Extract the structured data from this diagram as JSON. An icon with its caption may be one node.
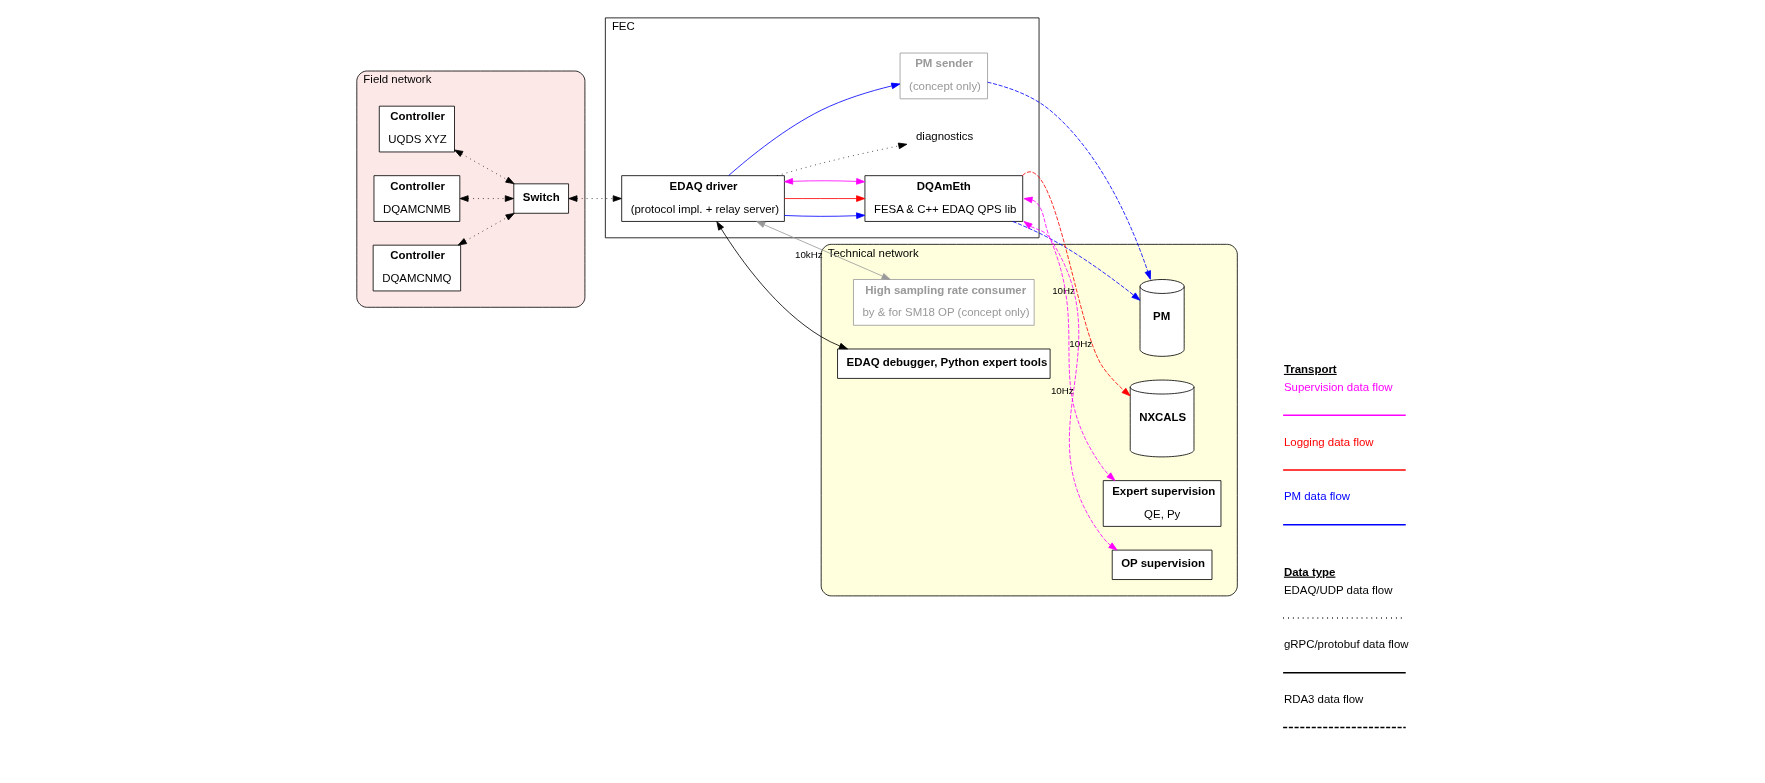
{
  "diagram": {
    "nodes": [
      {
        "text": [
          "Field network"
        ]
      },
      {
        "text": [
          "Controller",
          "UQDS XYZ"
        ],
        "in": 0
      },
      {
        "text": [
          "Controller",
          "DQAMCNMB"
        ],
        "in": 0
      },
      {
        "text": [
          "Controller",
          "DQAMCNMQ"
        ],
        "in": 0
      },
      {
        "text": [
          "Switch"
        ],
        "in": 0
      },
      {
        "text": [
          "Technical network"
        ]
      },
      {
        "text": [
          "FEC"
        ]
      },
      {
        "text": [
          "EDAQ driver",
          "(protocol impl. + relay server)"
        ],
        "in": 6
      },
      {
        "text": [
          "PM sender",
          "(concept only)"
        ],
        "in": 6
      },
      {
        "text": [
          "DQAmEth",
          "FESA & C++ EDAQ QPS lib"
        ],
        "in": 6
      },
      {
        "text": [
          "diagnostics"
        ],
        "in": 6
      },
      {
        "text": [
          "High sampling rate consumer",
          "by & for SM18 OP (concept only)"
        ],
        "in": 5
      },
      {
        "text": [
          "EDAQ debugger, Python expert tools"
        ],
        "in": 5
      },
      {
        "text": [
          "PM"
        ],
        "in": 5
      },
      {
        "text": [
          "NXCALS"
        ],
        "in": 5
      },
      {
        "text": [
          "Expert supervision",
          "QE, Py"
        ],
        "in": 5
      },
      {
        "text": [
          "OP supervision"
        ],
        "in": 5
      }
    ],
    "edges": [
      {
        "from": 1,
        "to": 4,
        "arrow": "both",
        "style": "dashed"
      },
      {
        "from": 2,
        "to": 4,
        "arrow": "both",
        "style": "dashed"
      },
      {
        "from": 3,
        "to": 4,
        "arrow": "both",
        "style": "dashed"
      },
      {
        "from": 4,
        "to": 7,
        "arrow": "both",
        "style": "dashed"
      },
      {
        "from": 7,
        "to": 10,
        "arrow": "to",
        "style": "dashed"
      },
      {
        "from": 7,
        "to": 11,
        "arrow": "both",
        "color": "#999999",
        "label": "10kHz"
      },
      {
        "from": 7,
        "to": 12,
        "arrow": "both"
      },
      {
        "from": 7,
        "to": 8,
        "arrow": "to",
        "color": "#0000ff"
      },
      {
        "from": 7,
        "to": 9,
        "arrow": "to",
        "color": "#0000ff"
      },
      {
        "from": 7,
        "to": 9,
        "arrow": "to",
        "color": "#ff0000"
      },
      {
        "from": 7,
        "to": 9,
        "arrow": "both",
        "color": "#ff00ff"
      },
      {
        "from": 8,
        "to": 13,
        "arrow": "to",
        "style": "dashed",
        "color": "#0000ff"
      },
      {
        "from": 9,
        "to": 13,
        "arrow": "to",
        "style": "dashed",
        "color": "#0000ff"
      },
      {
        "from": 9,
        "to": 14,
        "arrow": "to",
        "style": "dashed",
        "color": "#ff0000",
        "label": "10Hz"
      },
      {
        "from": 9,
        "to": 15,
        "arrow": "both",
        "style": "dashed",
        "color": "#ff00ff",
        "label": "10Hz"
      },
      {
        "from": 9,
        "to": 16,
        "arrow": "both",
        "style": "dashed",
        "color": "#ff00ff",
        "label": "10Hz"
      }
    ],
    "labels": [
      "Transport",
      "Data type"
    ],
    "legend": [
      {
        "text": "Supervision data flow",
        "color": "#ff00ff"
      },
      {
        "text": "Logging data flow",
        "color": "#ff0000"
      },
      {
        "text": "PM data flow",
        "color": "#0000ff"
      },
      {
        "text": "EDAQ/UDP data flow"
      },
      {
        "text": "gRPC/protobuf data flow"
      },
      {
        "text": "RDA3 data flow"
      }
    ]
  }
}
